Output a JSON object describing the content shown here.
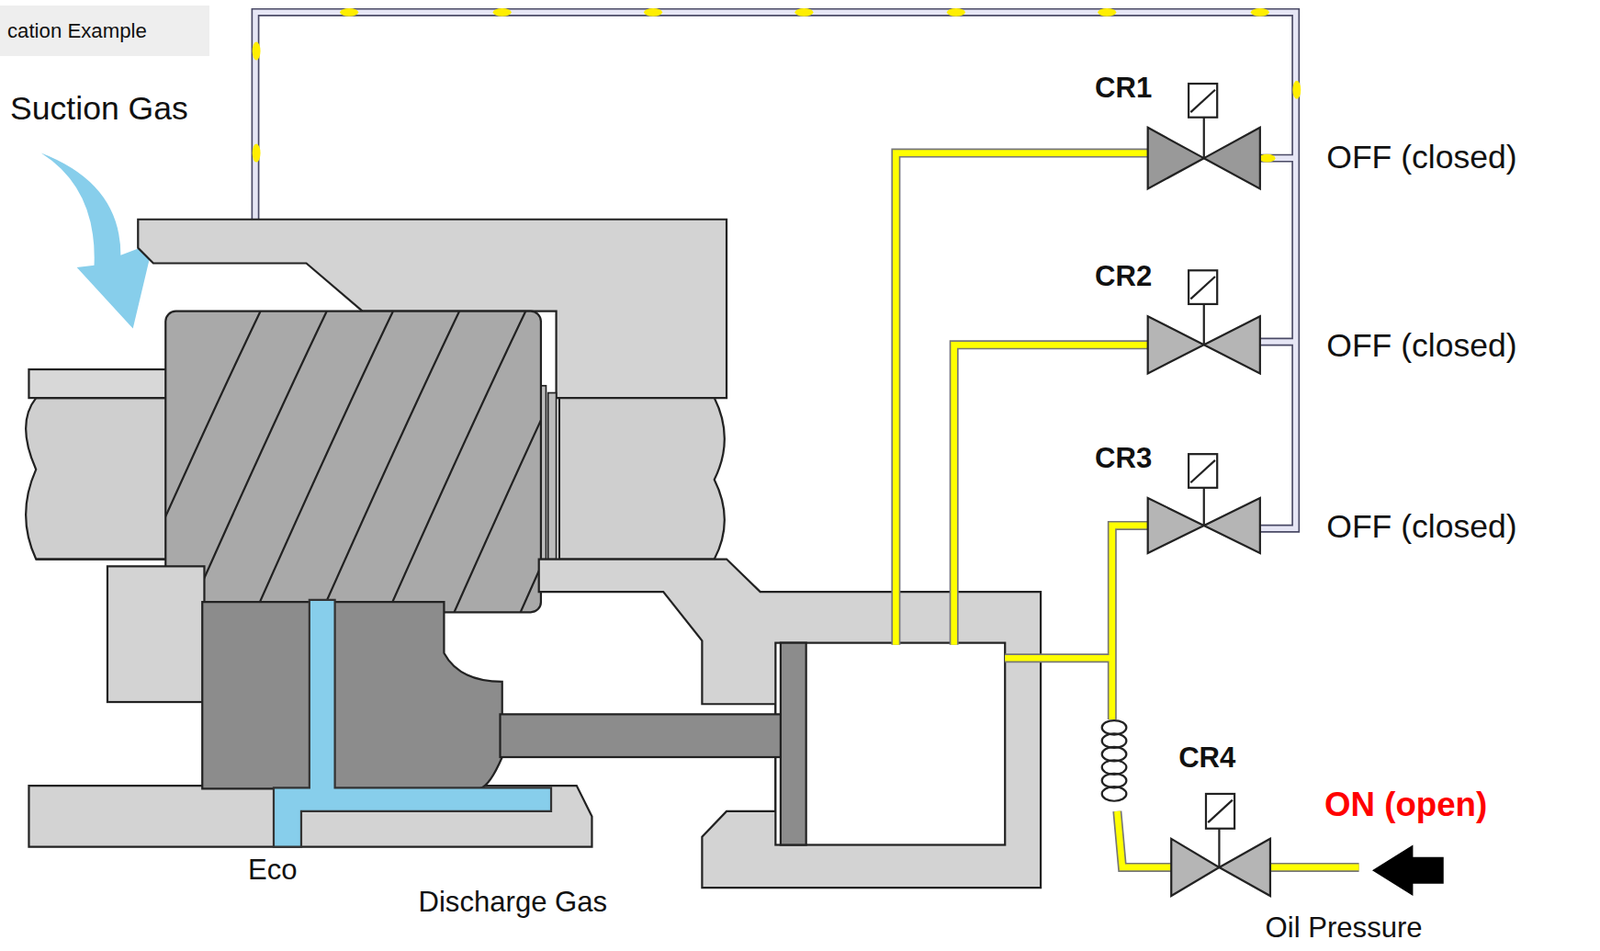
{
  "diagram": {
    "nodes": [
      {
        "text": [
          "cation Example"
        ]
      }
    ],
    "labels": [
      "Suction Gas",
      "CR1",
      "OFF (closed)",
      "CR2",
      "OFF (closed)",
      "CR3",
      "OFF (closed)",
      "CR4",
      "ON (open)",
      "Eco",
      "Discharge Gas",
      "Oil Pressure"
    ]
  }
}
